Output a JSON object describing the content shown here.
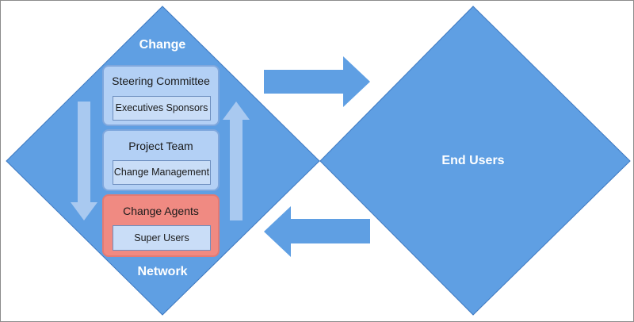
{
  "diagram": {
    "left_diamond": {
      "top_label": "Change",
      "bottom_label": "Network",
      "fill": "#5f9fe3"
    },
    "right_diamond": {
      "label": "End Users",
      "fill": "#5f9fe3"
    },
    "tiers": [
      {
        "title": "Steering Committee",
        "inner": "Executives Sponsors",
        "fill": "#b3d0f5"
      },
      {
        "title": "Project Team",
        "inner": "Change Management",
        "fill": "#b3d0f5"
      },
      {
        "title": "Change Agents",
        "inner": "Super Users",
        "fill": "#f08a82"
      }
    ],
    "arrow_color": "#5f9fe3",
    "vertical_arrow_color": "#a9c9f0"
  }
}
